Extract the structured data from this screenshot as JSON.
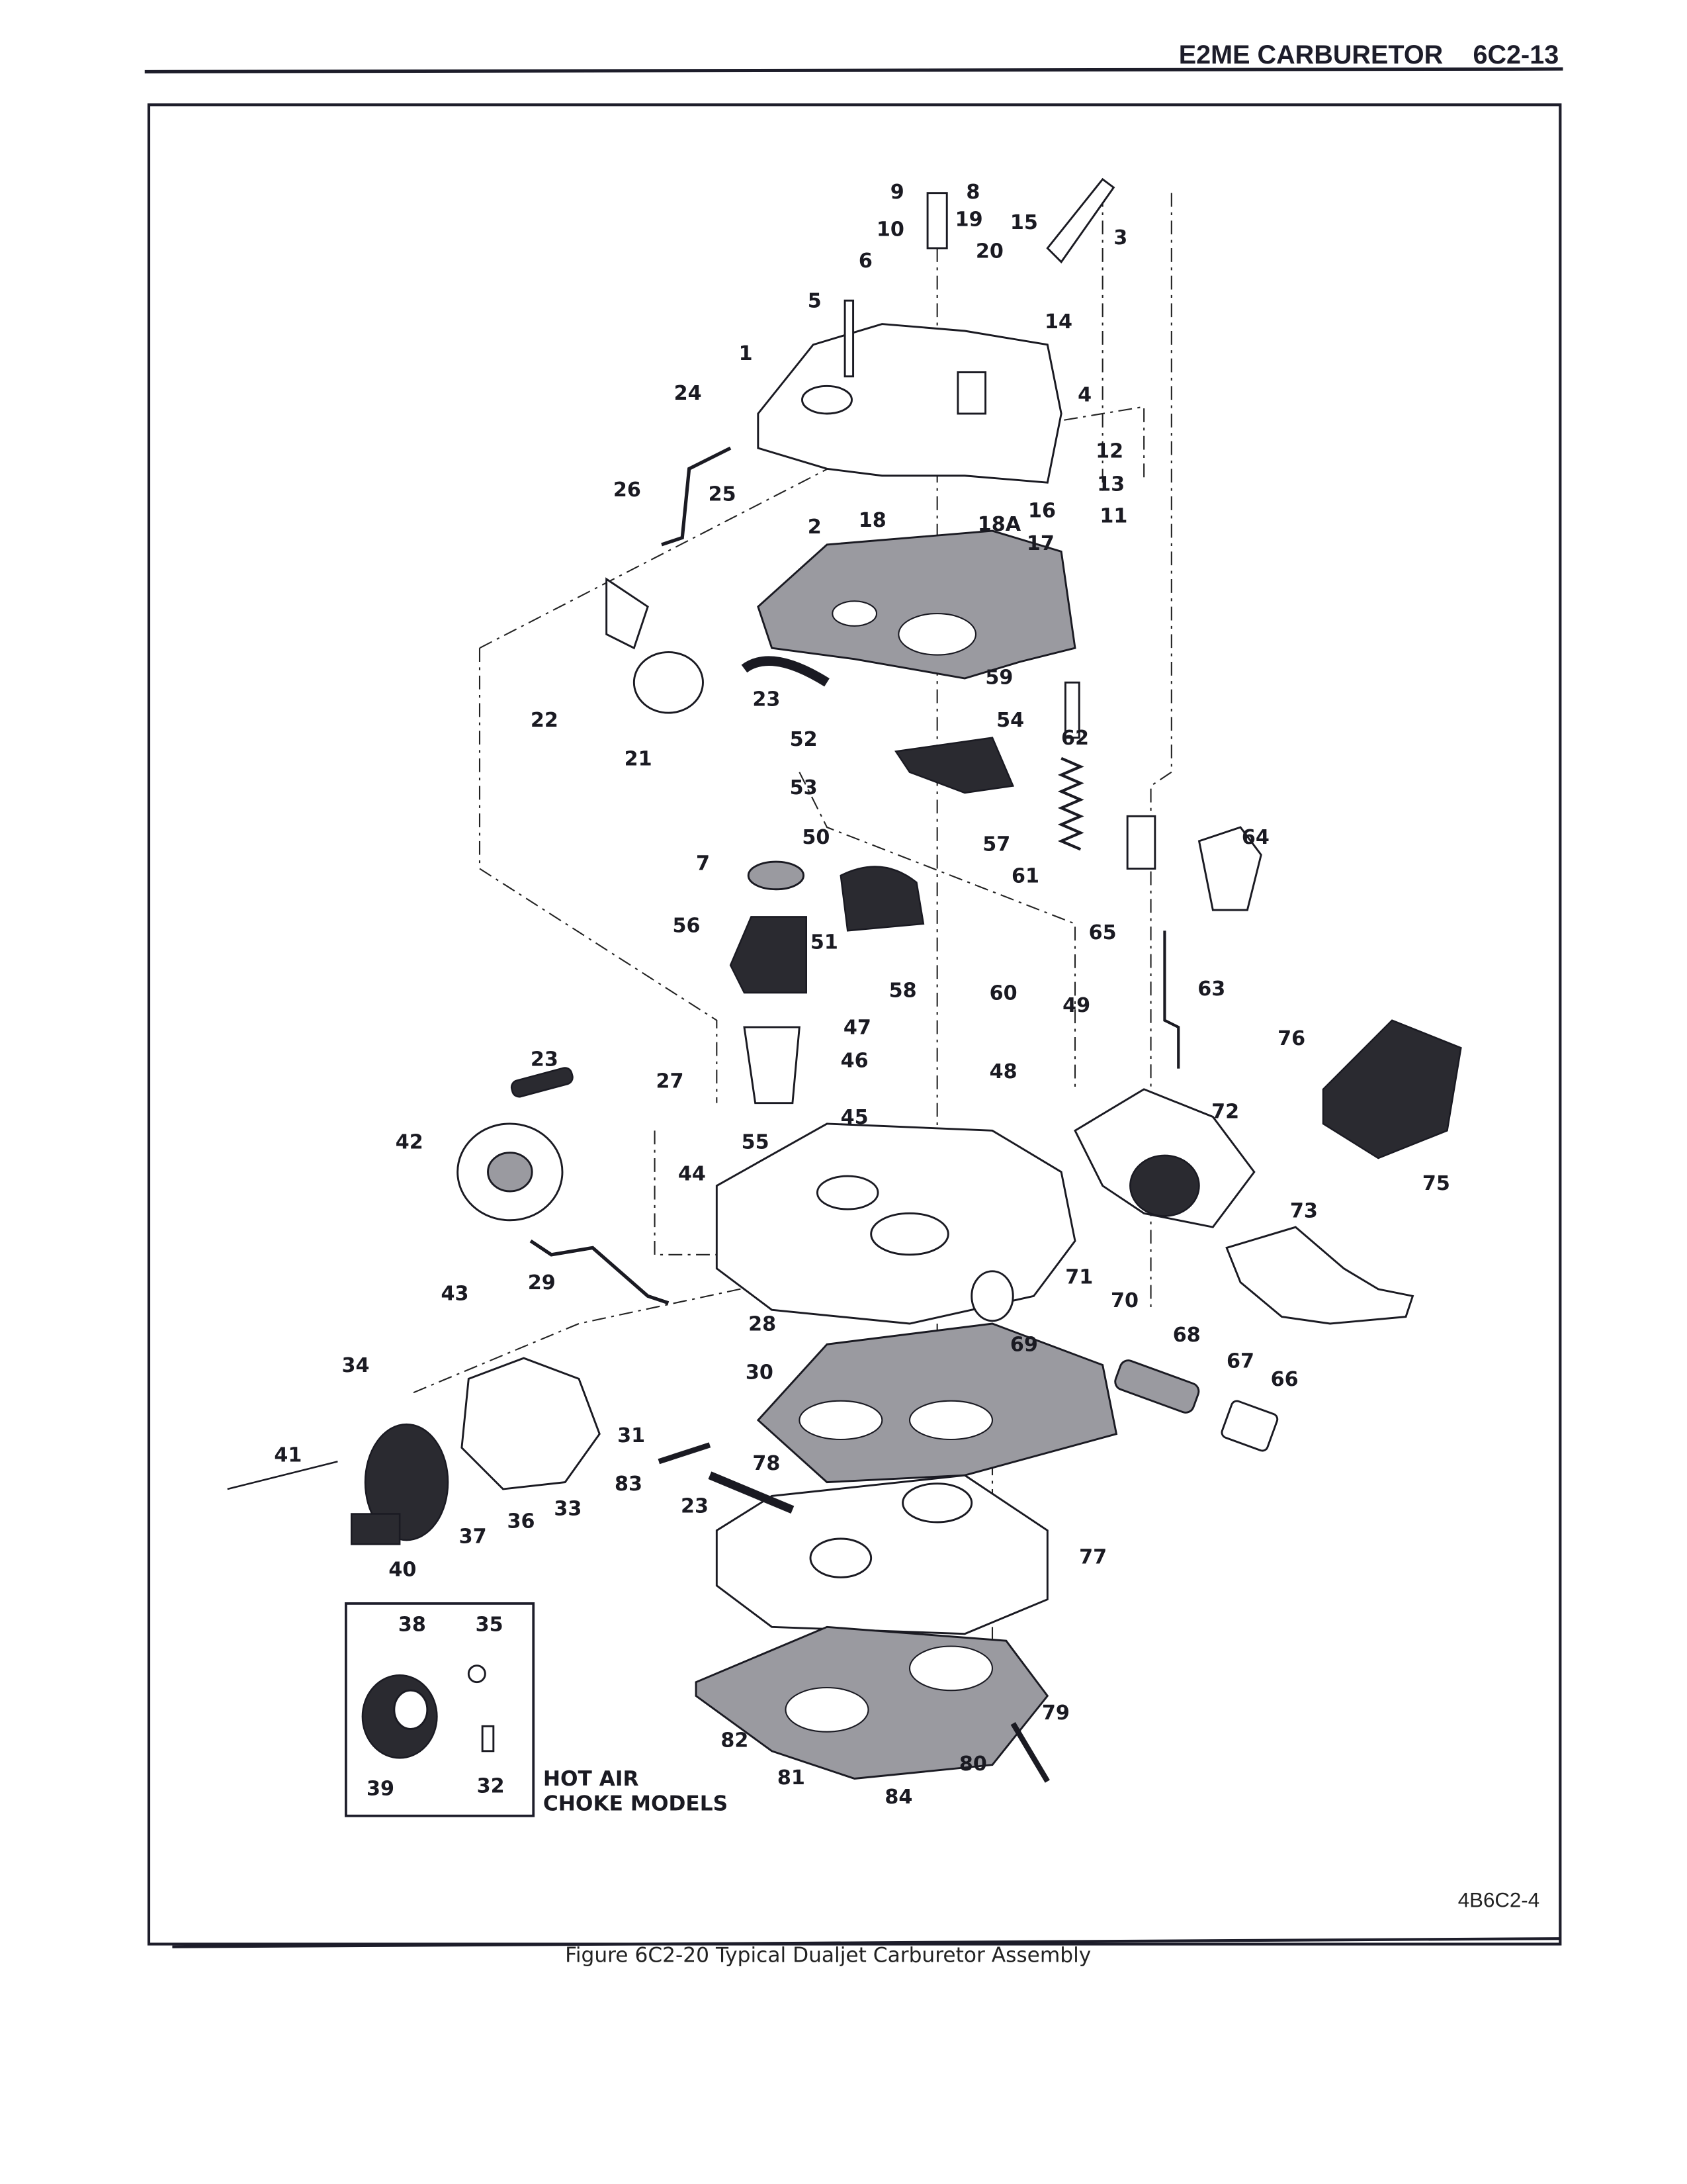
{
  "header": {
    "section_title": "E2ME CARBURETOR",
    "page_number": "6C2-13"
  },
  "diagram": {
    "callouts": [
      "9",
      "8",
      "10",
      "19",
      "15",
      "3",
      "20",
      "6",
      "5",
      "14",
      "1",
      "4",
      "24",
      "12",
      "13",
      "26",
      "25",
      "18",
      "18A",
      "16",
      "11",
      "2",
      "17",
      "59",
      "23",
      "22",
      "54",
      "62",
      "52",
      "21",
      "53",
      "64",
      "50",
      "57",
      "7",
      "61",
      "56",
      "65",
      "51",
      "58",
      "60",
      "49",
      "63",
      "47",
      "76",
      "46",
      "48",
      "23",
      "27",
      "72",
      "42",
      "55",
      "45",
      "44",
      "75",
      "73",
      "71",
      "43",
      "29",
      "70",
      "28",
      "69",
      "68",
      "67",
      "66",
      "34",
      "30",
      "31",
      "78",
      "41",
      "83",
      "23",
      "36",
      "33",
      "37",
      "77",
      "40",
      "38",
      "35",
      "79",
      "82",
      "80",
      "39",
      "32",
      "81",
      "84"
    ],
    "inset_note_line1": "HOT AIR",
    "inset_note_line2": "CHOKE MODELS",
    "drawing_ref": "4B6C2-4"
  },
  "caption": "Figure 6C2-20 Typical Dualjet Carburetor Assembly"
}
